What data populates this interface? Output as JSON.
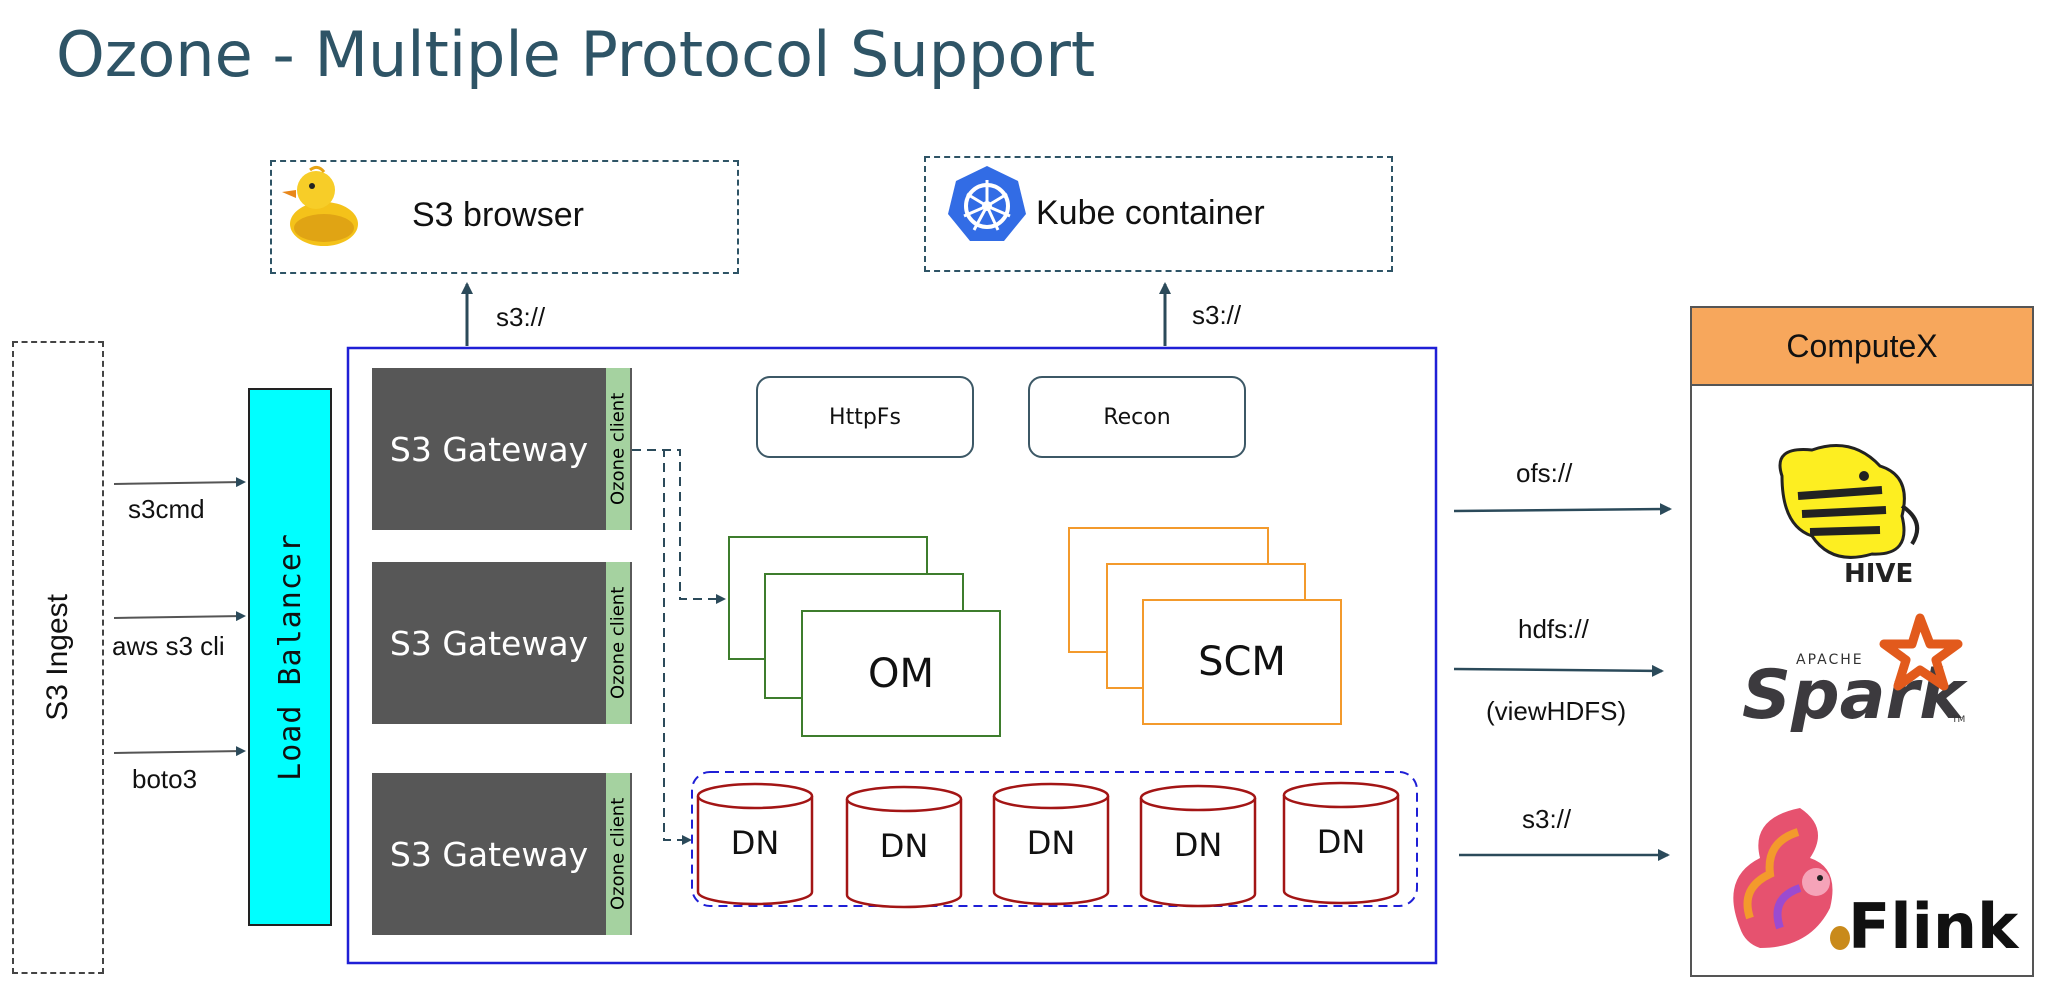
{
  "title": "Ozone - Multiple Protocol Support",
  "s3_ingest": {
    "label": "S3 Ingest"
  },
  "load_balancer": {
    "label": "Load Balancer"
  },
  "clients": [
    "s3cmd",
    "aws s3 cli",
    "boto3"
  ],
  "s3_browser": {
    "label": "S3 browser",
    "icon": "duck-icon"
  },
  "kube_container": {
    "label": "Kube container",
    "icon": "kubernetes-wheel-icon"
  },
  "top_protocols": {
    "left": "s3://",
    "right": "s3://"
  },
  "gateways": [
    {
      "label": "S3 Gateway",
      "client": "Ozone client"
    },
    {
      "label": "S3 Gateway",
      "client": "Ozone client"
    },
    {
      "label": "S3 Gateway",
      "client": "Ozone client"
    }
  ],
  "services": {
    "httpfs": "HttpFs",
    "recon": "Recon",
    "om": "OM",
    "scm": "SCM"
  },
  "datanodes": [
    "DN",
    "DN",
    "DN",
    "DN",
    "DN"
  ],
  "compute": {
    "title": "ComputeX",
    "protocols": [
      "ofs://",
      "hdfs://",
      "(viewHDFS)",
      "s3://"
    ],
    "engines": [
      "HIVE",
      "APACHE",
      "Spark",
      "TM",
      "Flink"
    ]
  },
  "colors": {
    "title": "#2e5466",
    "cluster_border": "#1f1fd6",
    "load_balancer": "#00ffff",
    "om": "#3e7d2d",
    "scm": "#f39a2c",
    "datanode": "#a31515",
    "compute_header": "#f7a75c",
    "arrow": "#2b4a5a"
  }
}
